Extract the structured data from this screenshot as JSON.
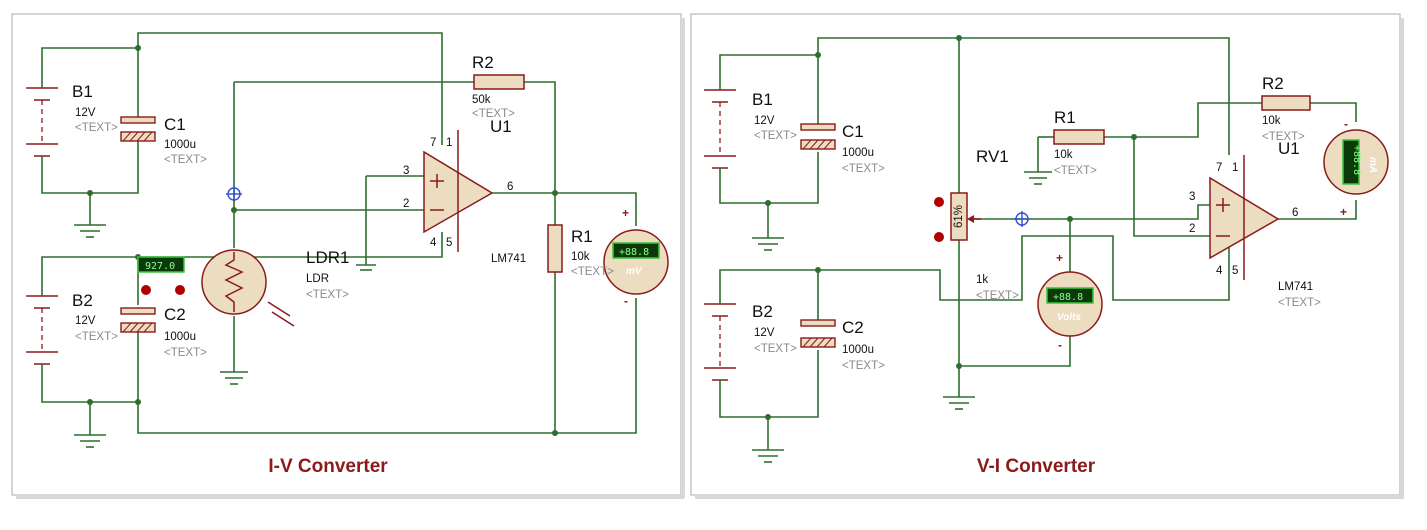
{
  "left_panel": {
    "title": "I-V Converter",
    "b1": {
      "ref": "B1",
      "value": "12V",
      "text": "<TEXT>"
    },
    "b2": {
      "ref": "B2",
      "value": "12V",
      "text": "<TEXT>"
    },
    "c1": {
      "ref": "C1",
      "value": "1000u",
      "text": "<TEXT>"
    },
    "c2": {
      "ref": "C2",
      "value": "1000u",
      "text": "<TEXT>"
    },
    "r1": {
      "ref": "R1",
      "value": "10k",
      "text": "<TEXT>"
    },
    "r2": {
      "ref": "R2",
      "value": "50k",
      "text": "<TEXT>"
    },
    "ldr": {
      "ref": "LDR1",
      "value": "LDR",
      "text": "<TEXT>",
      "reading": "927.0"
    },
    "opamp": {
      "ref": "U1",
      "value": "LM741",
      "pins": {
        "p7": "7",
        "p1": "1",
        "p3": "3",
        "p2": "2",
        "p6": "6",
        "p4": "4",
        "p5": "5"
      }
    },
    "meter": {
      "display": "+88.8",
      "unit": "mV",
      "plus": "+",
      "minus": "-"
    }
  },
  "right_panel": {
    "title": "V-I Converter",
    "b1": {
      "ref": "B1",
      "value": "12V",
      "text": "<TEXT>"
    },
    "b2": {
      "ref": "B2",
      "value": "12V",
      "text": "<TEXT>"
    },
    "c1": {
      "ref": "C1",
      "value": "1000u",
      "text": "<TEXT>"
    },
    "c2": {
      "ref": "C2",
      "value": "1000u",
      "text": "<TEXT>"
    },
    "r1": {
      "ref": "R1",
      "value": "10k",
      "text": "<TEXT>"
    },
    "r2": {
      "ref": "R2",
      "value": "10k",
      "text": "<TEXT>"
    },
    "rv1": {
      "ref": "RV1",
      "value": "1k",
      "text": "<TEXT>",
      "percent": "61%"
    },
    "opamp": {
      "ref": "U1",
      "value": "LM741",
      "text": "<TEXT>",
      "pins": {
        "p7": "7",
        "p1": "1",
        "p3": "3",
        "p2": "2",
        "p6": "6",
        "p4": "4",
        "p5": "5"
      }
    },
    "ammeter": {
      "display": "+88.8",
      "unit": "mA",
      "plus": "+",
      "minus": "-"
    },
    "voltmeter": {
      "display": "+88.8",
      "unit": "Volts",
      "plus": "+",
      "minus": "-"
    }
  },
  "colors": {
    "wire": "#2e6e2e",
    "component": "#8b1a1a",
    "fill": "#ecdcc0",
    "title": "#8b1a1a"
  }
}
